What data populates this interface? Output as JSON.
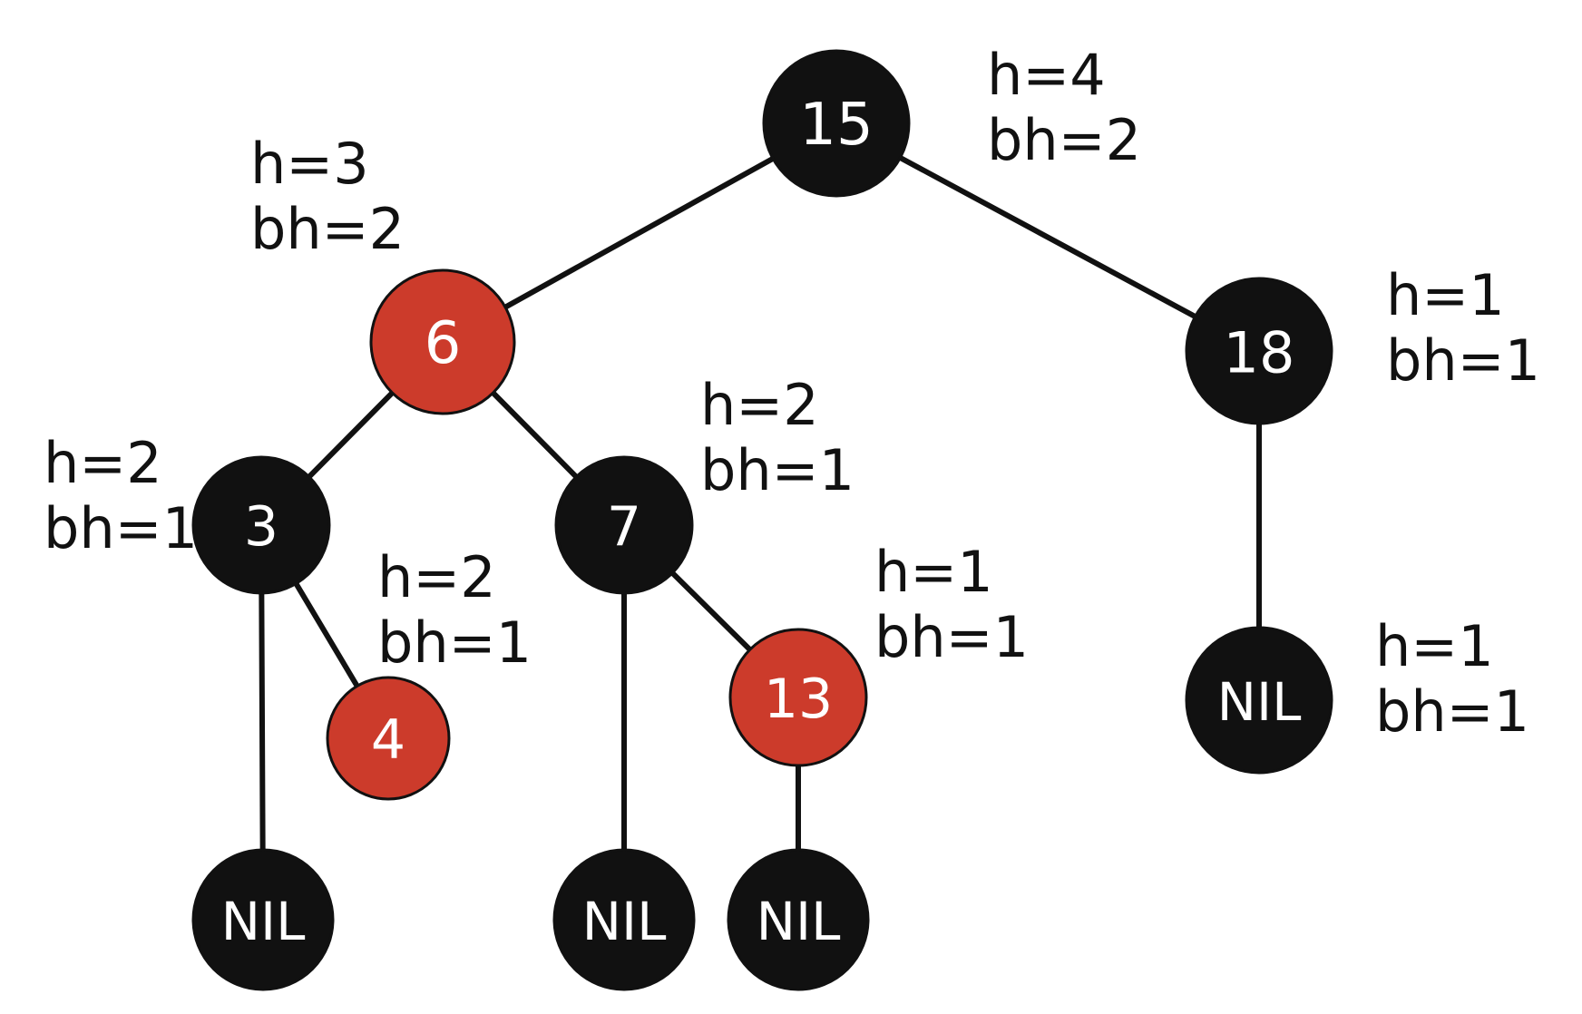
{
  "colors": {
    "black_node": "#111111",
    "red_node": "#cc3b2b",
    "edge": "#111111",
    "label_text": "#ffffff",
    "annotation_text": "#111111"
  },
  "nodes": [
    {
      "id": "n15",
      "label": "15",
      "color": "black",
      "h": "h=4",
      "bh": "bh=2"
    },
    {
      "id": "n6",
      "label": "6",
      "color": "red",
      "h": "h=3",
      "bh": "bh=2"
    },
    {
      "id": "n18",
      "label": "18",
      "color": "black",
      "h": "h=1",
      "bh": "bh=1"
    },
    {
      "id": "n3",
      "label": "3",
      "color": "black",
      "h": "h=2",
      "bh": "bh=1"
    },
    {
      "id": "n7",
      "label": "7",
      "color": "black",
      "h": "h=2",
      "bh": "bh=1"
    },
    {
      "id": "n4",
      "label": "4",
      "color": "red",
      "h": "h=2",
      "bh": "bh=1"
    },
    {
      "id": "n13",
      "label": "13",
      "color": "red",
      "h": "h=1",
      "bh": "bh=1"
    },
    {
      "id": "nil18",
      "label": "NIL",
      "color": "black",
      "h": "h=1",
      "bh": "bh=1"
    },
    {
      "id": "nil3",
      "label": "NIL",
      "color": "black"
    },
    {
      "id": "nil7",
      "label": "NIL",
      "color": "black"
    },
    {
      "id": "nil13",
      "label": "NIL",
      "color": "black"
    }
  ],
  "edges": [
    {
      "from": "n15",
      "to": "n6"
    },
    {
      "from": "n15",
      "to": "n18"
    },
    {
      "from": "n6",
      "to": "n3"
    },
    {
      "from": "n6",
      "to": "n7"
    },
    {
      "from": "n3",
      "to": "nil3"
    },
    {
      "from": "n3",
      "to": "n4"
    },
    {
      "from": "n7",
      "to": "nil7"
    },
    {
      "from": "n7",
      "to": "n13"
    },
    {
      "from": "n13",
      "to": "nil13"
    },
    {
      "from": "n18",
      "to": "nil18"
    }
  ]
}
